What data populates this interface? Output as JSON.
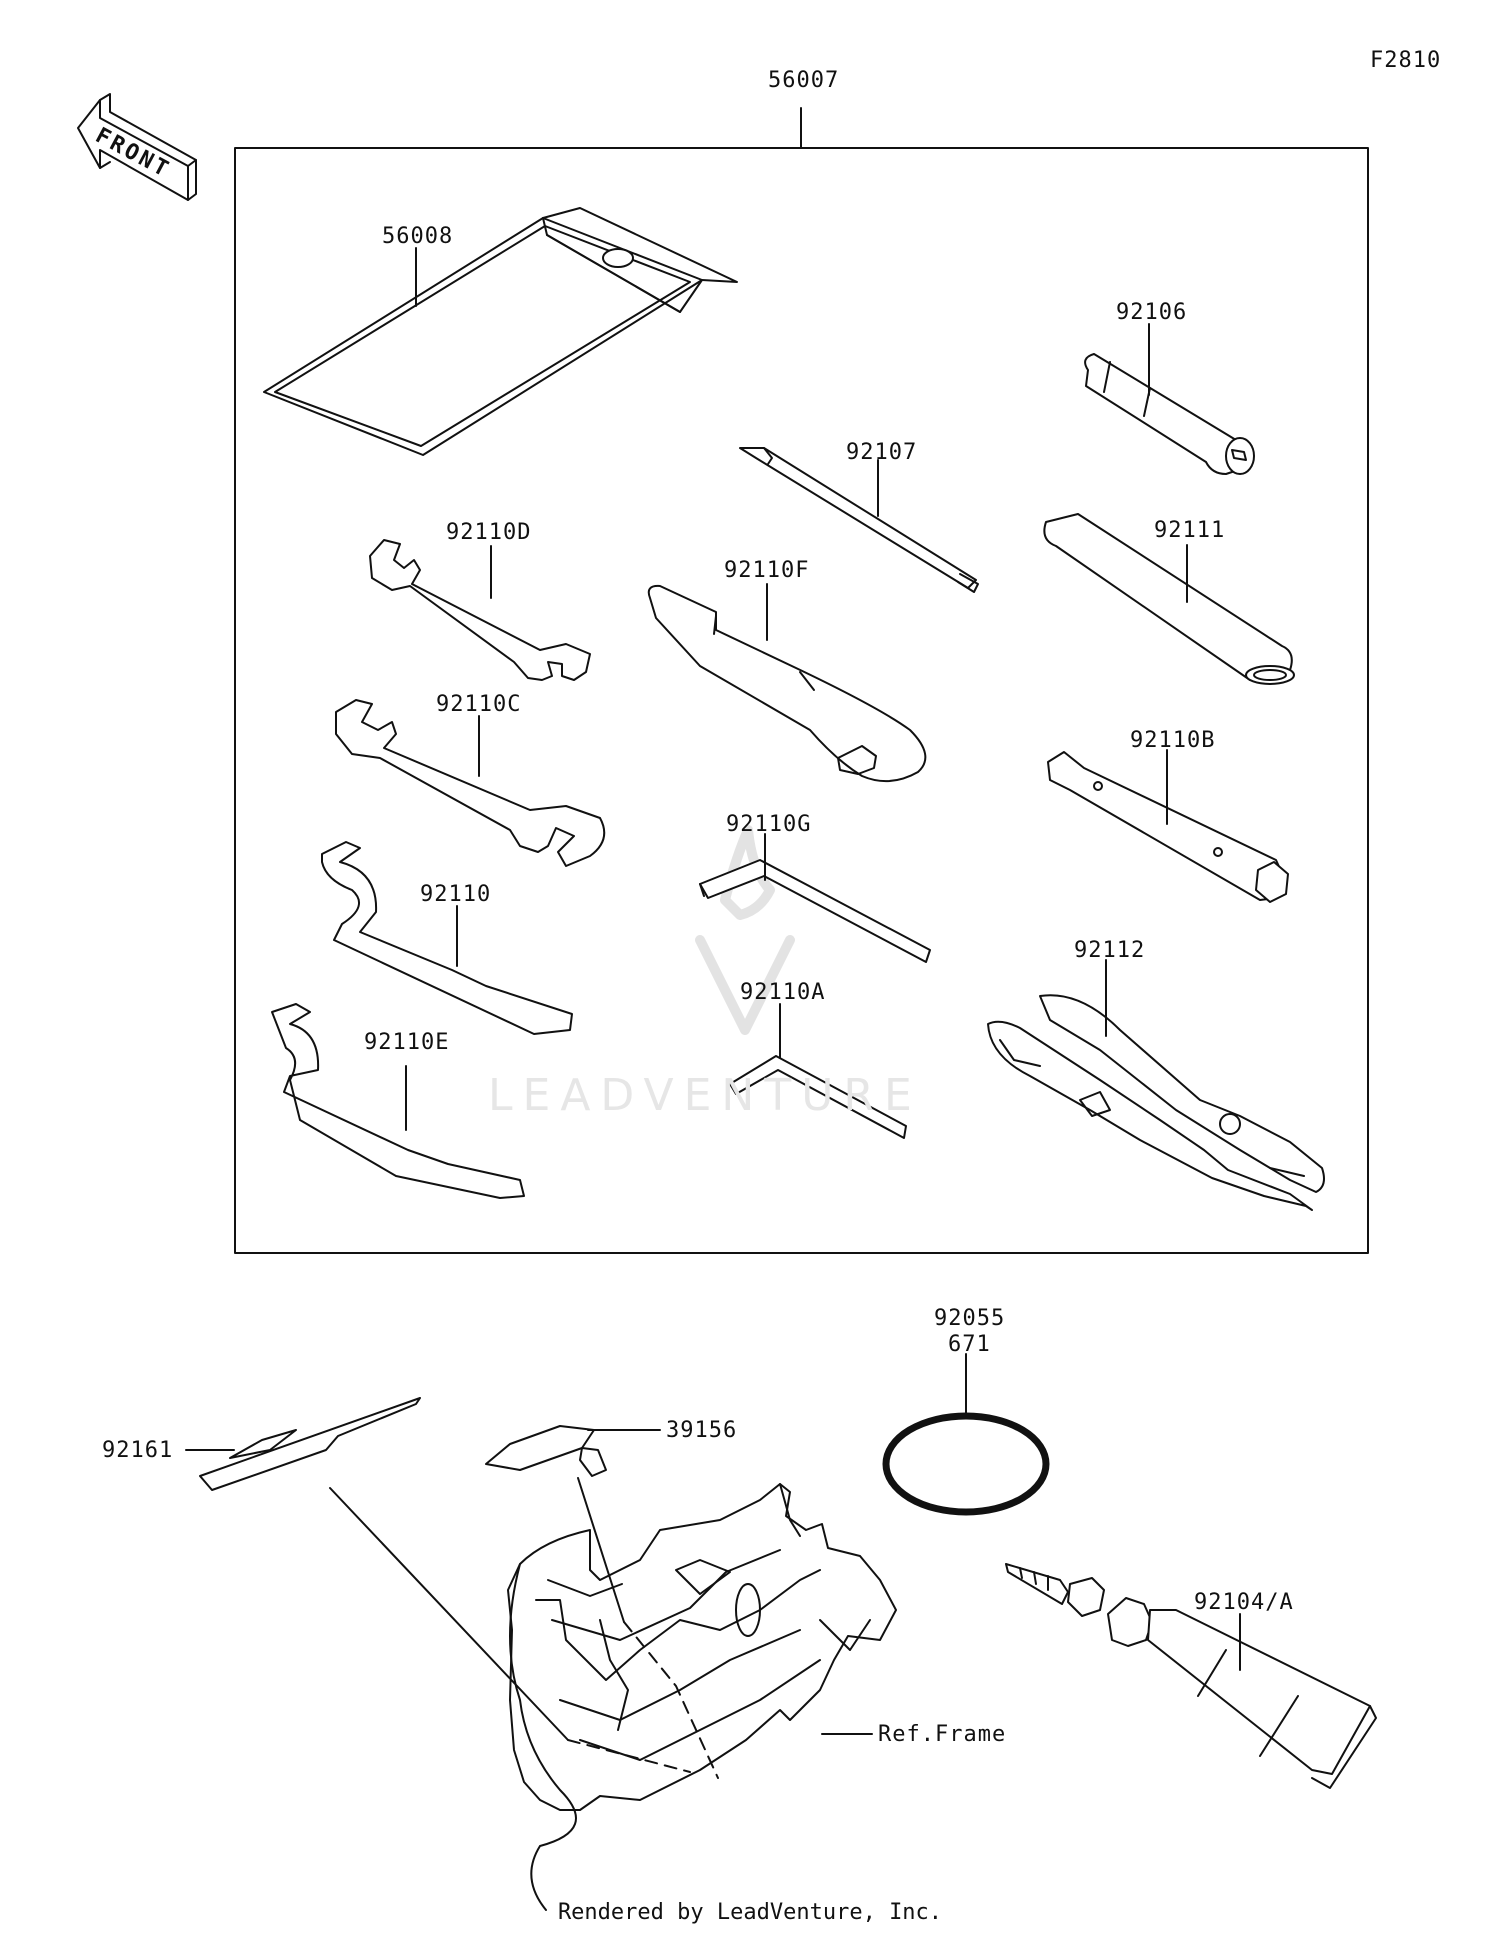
{
  "page": {
    "figure_id": "F2810",
    "front_label": "FRONT",
    "watermark": "LEADVENTURE",
    "footer": "Rendered by LeadVenture, Inc."
  },
  "parts": {
    "tool_kit": "56007",
    "tool_bag": "56008",
    "p92106": "92106",
    "p92107": "92107",
    "p92111": "92111",
    "p92110D": "92110D",
    "p92110F": "92110F",
    "p92110C": "92110C",
    "p92110B": "92110B",
    "p92110G": "92110G",
    "p92110": "92110",
    "p92112": "92112",
    "p92110A": "92110A",
    "p92110E": "92110E",
    "p92055": "92055",
    "p671": "671",
    "p92161": "92161",
    "p39156": "39156",
    "p92104A": "92104/A",
    "ref_frame": "Ref.Frame"
  }
}
